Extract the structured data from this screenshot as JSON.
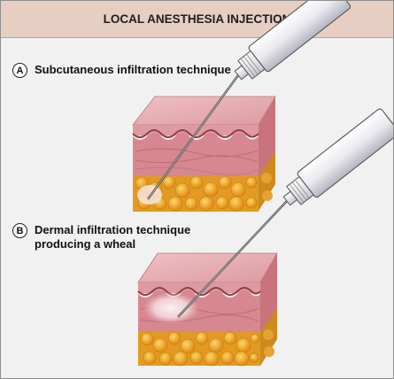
{
  "title": "LOCAL ANESTHESIA INJECTION",
  "panels": [
    {
      "letter": "A",
      "caption": "Subcutaneous infiltration technique"
    },
    {
      "letter": "B",
      "caption_line1": "Dermal infiltration technique",
      "caption_line2": "producing a wheal"
    }
  ],
  "colors": {
    "header_bg": "#e6cfc2",
    "skin_top": "#e8b0b4",
    "dermis": "#d4848c",
    "fat": "#e9a02a",
    "wheal": "#f3dde0"
  }
}
